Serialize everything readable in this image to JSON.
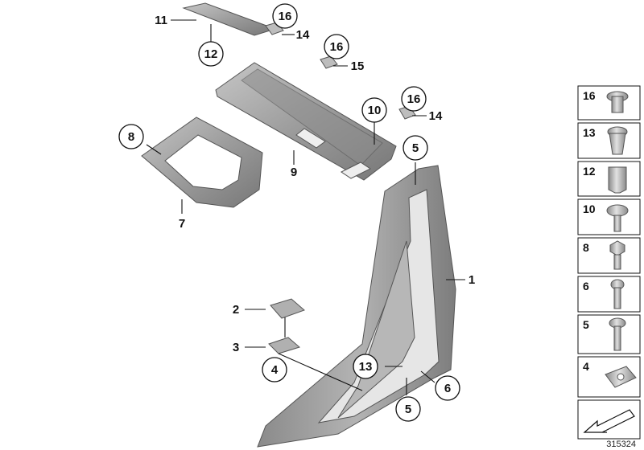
{
  "callouts": {
    "c1": "1",
    "c2": "2",
    "c3": "3",
    "c4": "4",
    "c5a": "5",
    "c5b": "5",
    "c6": "6",
    "c7": "7",
    "c8": "8",
    "c9": "9",
    "c10": "10",
    "c11": "11",
    "c12": "12",
    "c13": "13",
    "c14a": "14",
    "c14b": "14",
    "c15": "15",
    "c16a": "16",
    "c16b": "16",
    "c16c": "16"
  },
  "legend": {
    "items": [
      "16",
      "13",
      "12",
      "10",
      "8",
      "6",
      "5",
      "4"
    ]
  },
  "reference_number": "315324",
  "colors": {
    "part_fill": "#9a9a9a",
    "part_dark": "#7a7a7a",
    "part_light": "#c4c4c4",
    "line": "#111111"
  }
}
